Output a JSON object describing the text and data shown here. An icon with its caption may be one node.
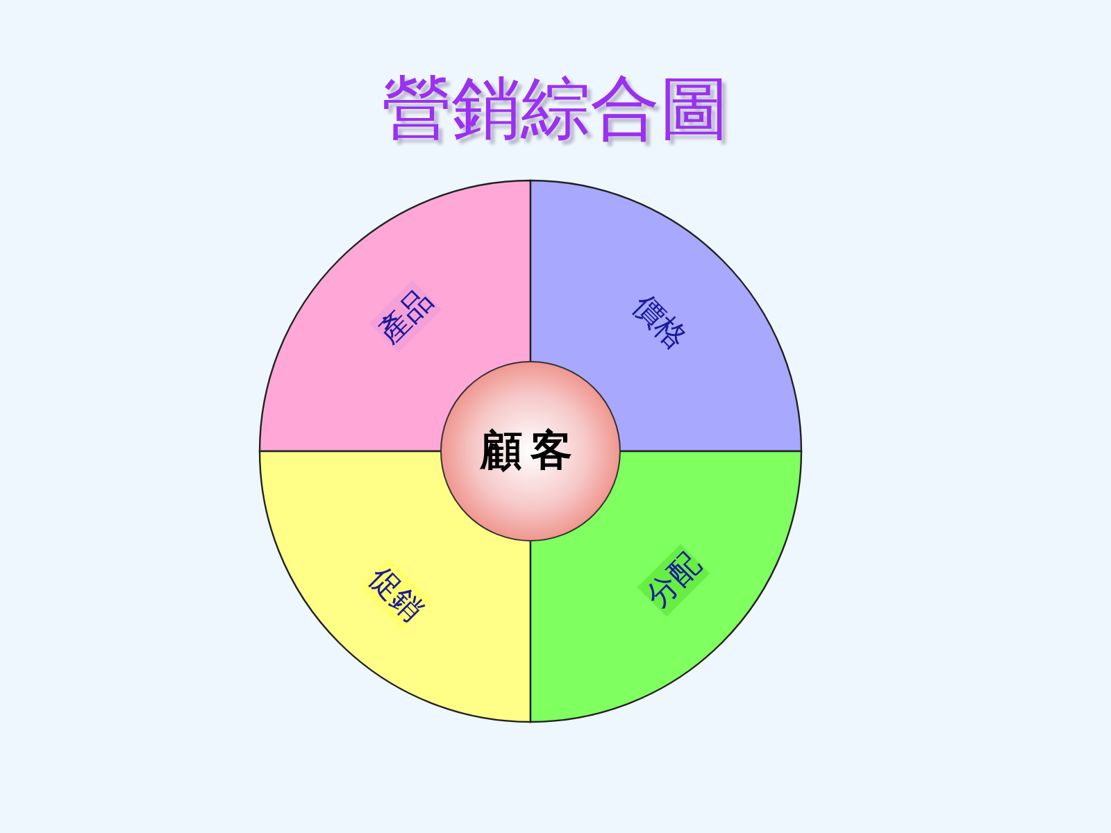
{
  "diagram": {
    "title": "營銷綜合圖",
    "nodes": [
      {
        "text": [
          "產品"
        ]
      },
      {
        "text": [
          "價格"
        ]
      },
      {
        "text": [
          "顧客"
        ]
      },
      {
        "text": [
          "促銷"
        ]
      },
      {
        "text": [
          "分配"
        ]
      }
    ]
  }
}
